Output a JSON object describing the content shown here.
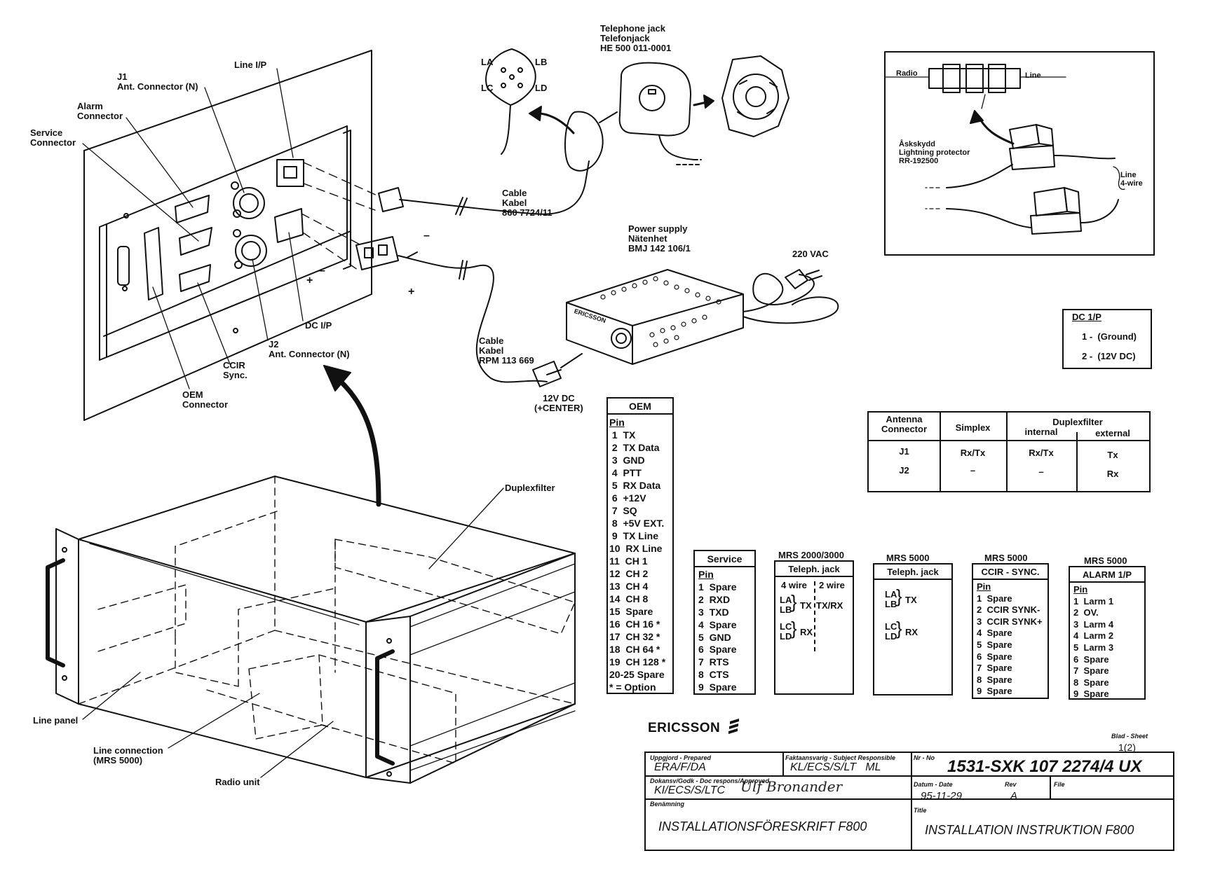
{
  "labels": {
    "line_ip": "Line I/P",
    "j1": "J1\nAnt. Connector (N)",
    "alarm_conn": "Alarm\nConnector",
    "service_conn": "Service\nConnector",
    "dc_ip": "DC I/P",
    "j2": "J2\nAnt. Connector (N)",
    "ccir": "CCIR\nSync.",
    "oem_conn": "OEM\nConnector",
    "plus_a": "+",
    "minus_a": "–",
    "plus_b": "+",
    "minus_b": "–",
    "la": "LA",
    "lb": "LB",
    "lc": "LC",
    "ld": "LD",
    "tel_jack": "Telephone jack\nTelefonjack\nHE 500 011-0001",
    "cable1": "Cable\nKabel\n860 7724/11",
    "power_supply": "Power supply\nNätenhet\nBMJ 142 106/1",
    "vac": "220 VAC",
    "cable2": "Cable\nKabel\nRPM 113 669",
    "dc12": "12V DC\n(+CENTER)",
    "duplexfilter": "Duplexfilter",
    "line_panel": "Line panel",
    "line_connection": "Line connection\n(MRS 5000)",
    "radio_unit": "Radio unit",
    "ps_brand": "ERICSSON"
  },
  "inset": {
    "radio": "Radio",
    "line": "Line",
    "protector": "Åskskydd\nLightning protector\nRR-192500",
    "line4": "Line\n4-wire"
  },
  "dc_table": {
    "title": "DC  1/P",
    "rows": [
      "1 -  (Ground)",
      "2 -  (12V DC)"
    ]
  },
  "antenna_table": {
    "h_connector": "Antenna\nConnector",
    "h_simplex": "Simplex",
    "h_duplex": "Duplexfilter",
    "h_internal": "internal",
    "h_external": "external",
    "r1": [
      "J1",
      "Rx/Tx",
      "Rx/Tx",
      "Tx"
    ],
    "r2": [
      "J2",
      "–",
      "–",
      "Rx"
    ]
  },
  "oem_table": {
    "title": "OEM",
    "pin": "Pin",
    "rows": [
      " 1  TX",
      " 2  TX Data",
      " 3  GND",
      " 4  PTT",
      " 5  RX Data",
      " 6  +12V",
      " 7  SQ",
      " 8  +5V EXT.",
      " 9  TX Line",
      "10  RX Line",
      "11  CH 1",
      "12  CH 2",
      "13  CH 4",
      "14  CH 8",
      "15  Spare",
      "16  CH 16 *",
      "17  CH 32 *",
      "18  CH 64 *",
      "19  CH 128 *",
      "20-25 Spare",
      "* = Option"
    ]
  },
  "service_table": {
    "title": "Service",
    "pin": "Pin",
    "rows": [
      "1  Spare",
      "2  RXD",
      "3  TXD",
      "4  Spare",
      "5  GND",
      "6  Spare",
      "7  RTS",
      "8  CTS",
      "9  Spare"
    ]
  },
  "mrs2000_table": {
    "above": "MRS 2000/3000",
    "title": "Teleph. jack",
    "col1": "4 wire",
    "col2": "2 wire",
    "la_lb": "LA\nLB",
    "tx": "TX",
    "txrx": "TX/RX",
    "lc_ld": "LC\nLD",
    "rx": "RX"
  },
  "mrs5000_tel": {
    "above": "MRS 5000",
    "title": "Teleph. jack",
    "la_lb": "LA\nLB",
    "tx": "TX",
    "lc_ld": "LC\nLD",
    "rx": "RX"
  },
  "ccir_table": {
    "above": "MRS 5000",
    "title": "CCIR - SYNC.",
    "pin": "Pin",
    "rows": [
      "1  Spare",
      "2  CCIR SYNK-",
      "3  CCIR SYNK+",
      "4  Spare",
      "5  Spare",
      "6  Spare",
      "7  Spare",
      "8  Spare",
      "9  Spare"
    ]
  },
  "alarm_table": {
    "above": "MRS 5000",
    "title": "ALARM  1/P",
    "pin": "Pin",
    "rows": [
      "1  Larm 1",
      "2  OV.",
      "3  Larm 4",
      "4  Larm 2",
      "5  Larm 3",
      "6  Spare",
      "7  Spare",
      "8  Spare",
      "9  Spare"
    ]
  },
  "title_block": {
    "brand": "ERICSSON",
    "sheet_label": "Blad - Sheet",
    "sheet_value": "1(2)",
    "prepared_label": "Uppgjord - Prepared",
    "prepared_value": "ERA/F/DA",
    "responsible_label": "Faktaansvarig - Subject Responsible",
    "responsible_value": "KL/ECS/S/LT   ML",
    "nr_label": "Nr - No",
    "nr_value": "1531-SXK 107 2274/4 UX",
    "approved_label": "Dokansv/Godk - Doc respons/Approved",
    "approved_value": "KI/ECS/S/LTC",
    "signature": "Ulf Bronander",
    "date_label": "Datum - Date",
    "date_value": "95-11-29",
    "rev_label": "Rev",
    "rev_value": "A",
    "file_label": "File",
    "benamning_label": "Benämning",
    "benamning_value": "INSTALLATIONSFÖRESKRIFT F800",
    "title_label": "Title",
    "title_value": "INSTALLATION INSTRUKTION F800"
  }
}
